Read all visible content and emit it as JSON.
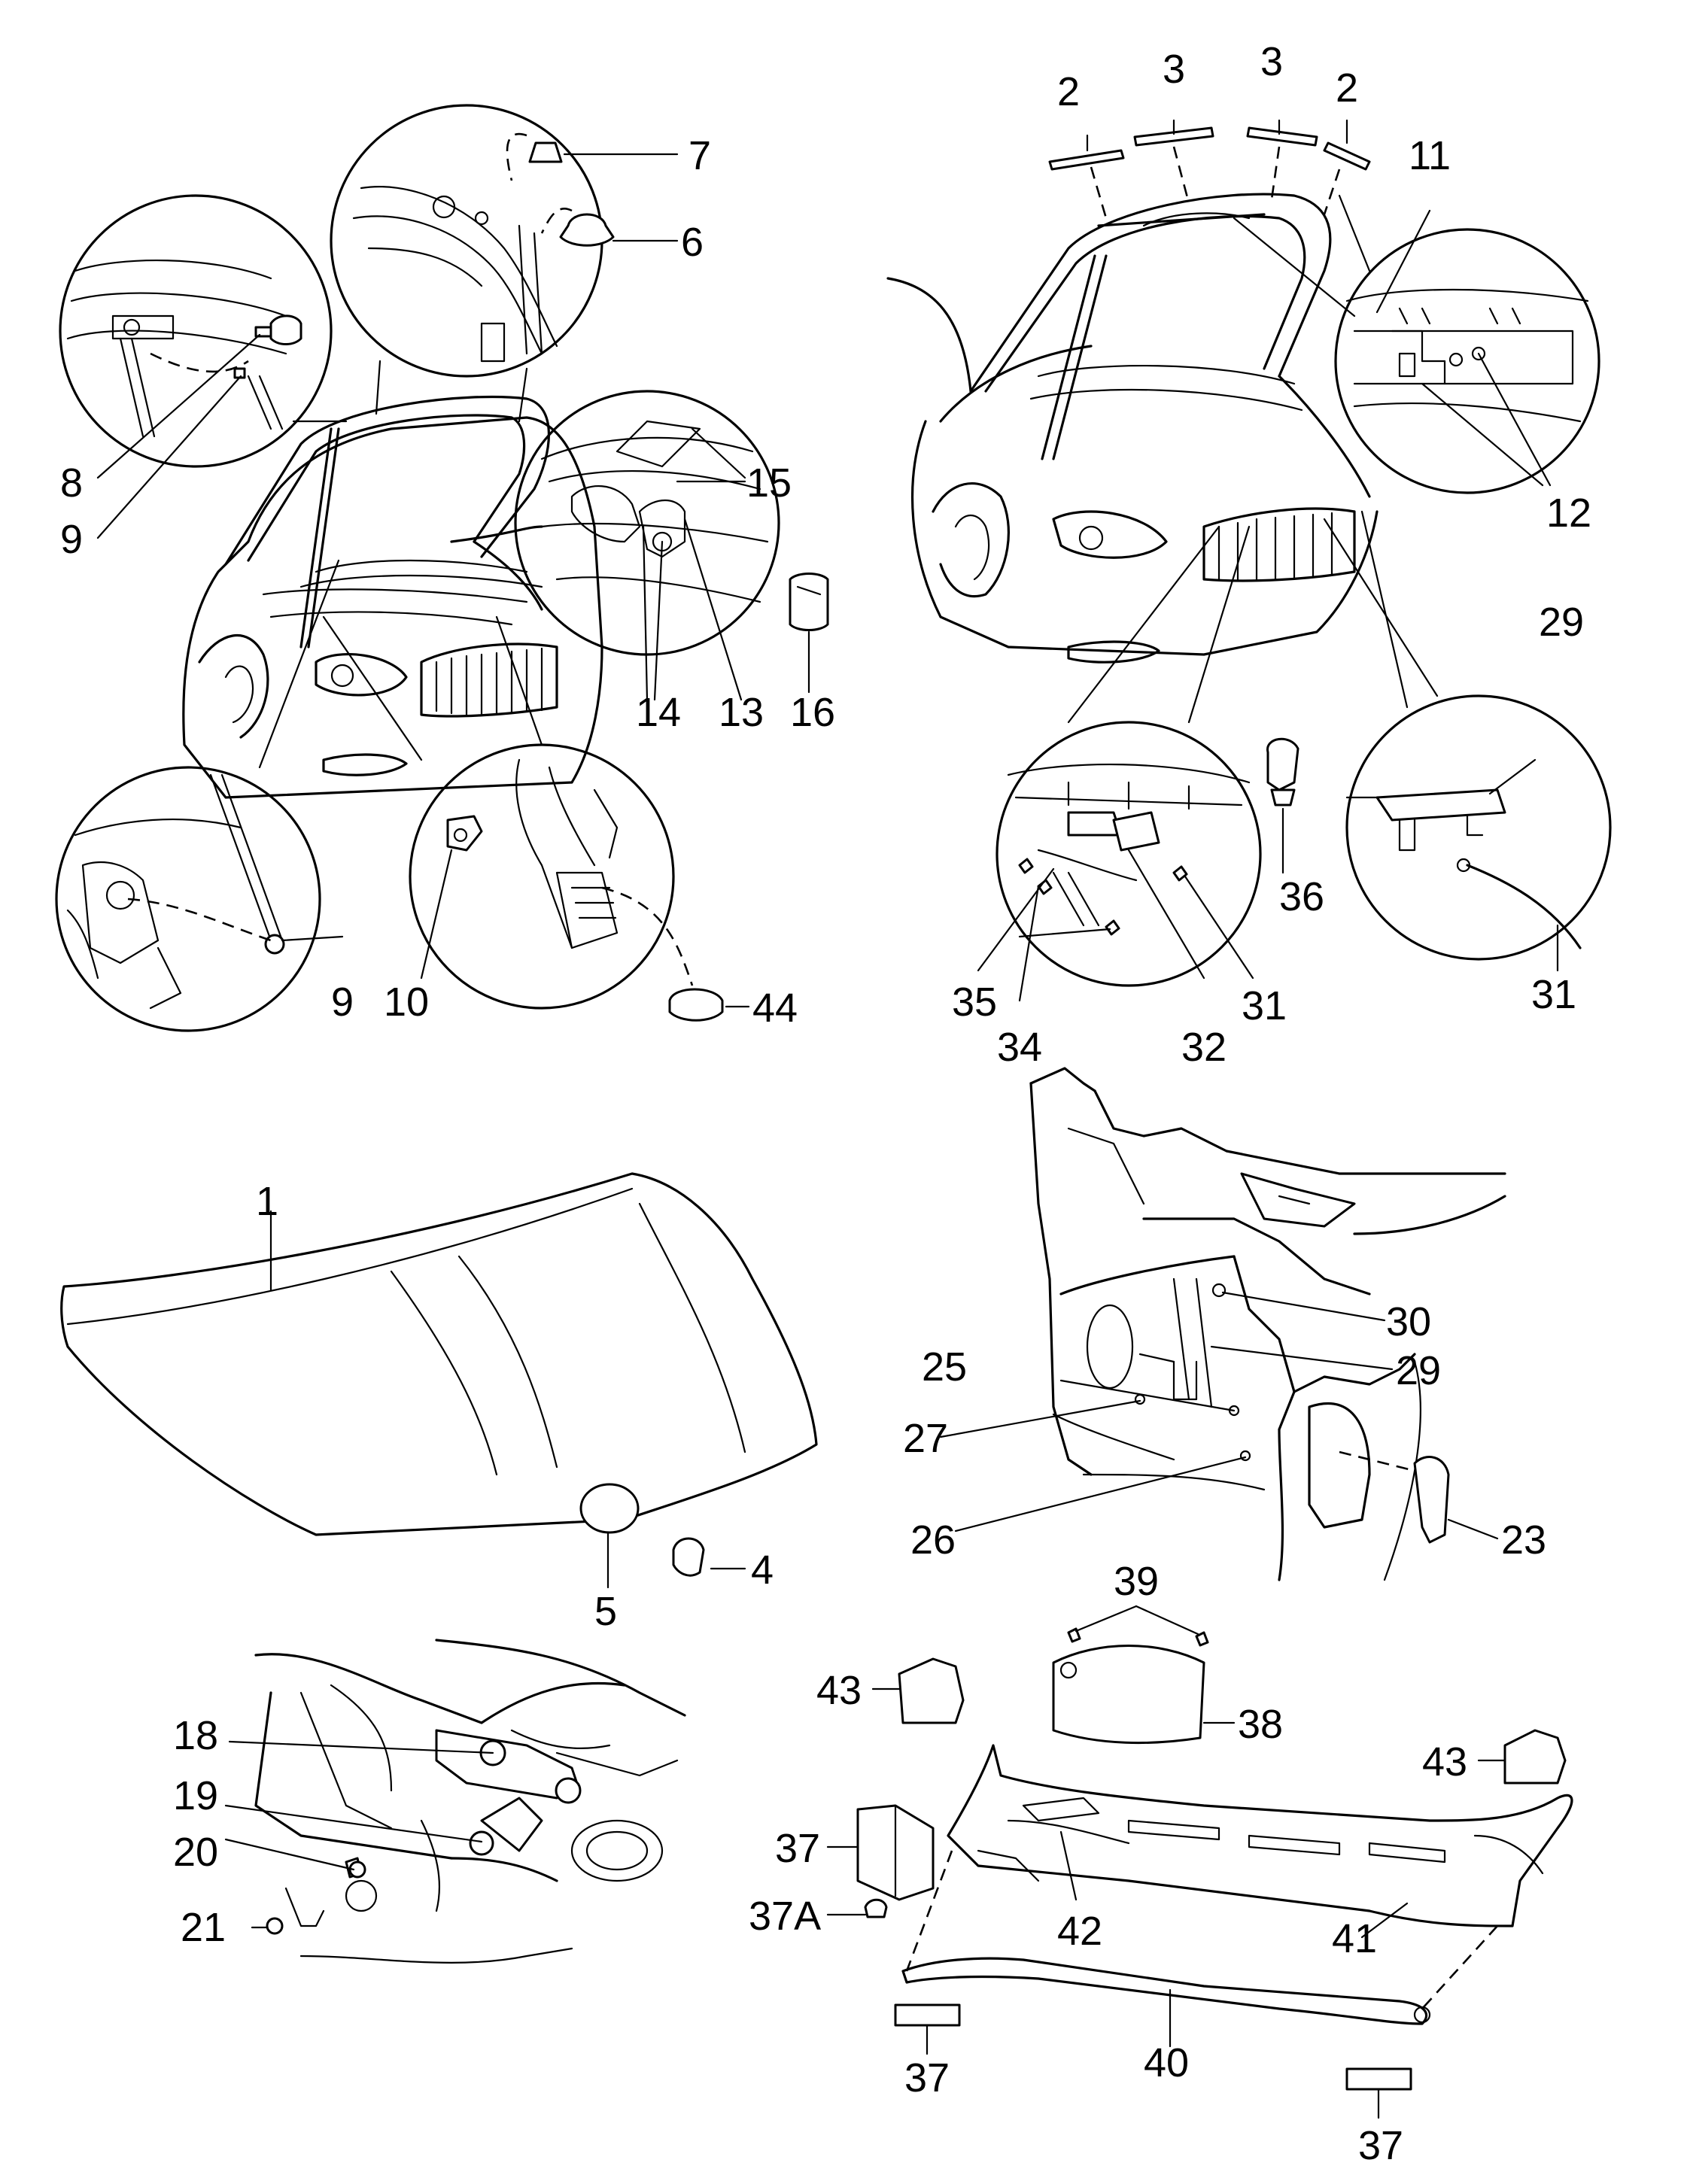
{
  "callouts": {
    "c1": "1",
    "c2a": "2",
    "c2b": "2",
    "c3a": "3",
    "c3b": "3",
    "c4": "4",
    "c5": "5",
    "c6": "6",
    "c7": "7",
    "c8": "8",
    "c9a": "9",
    "c9b": "9",
    "c10": "10",
    "c11": "11",
    "c12": "12",
    "c13": "13",
    "c14": "14",
    "c15": "15",
    "c16": "16",
    "c18": "18",
    "c19": "19",
    "c20": "20",
    "c21": "21",
    "c23": "23",
    "c25": "25",
    "c26": "26",
    "c27": "27",
    "c29a": "29",
    "c29b": "29",
    "c30": "30",
    "c31a": "31",
    "c31b": "31",
    "c32": "32",
    "c34": "34",
    "c35": "35",
    "c36": "36",
    "c37a": "37",
    "c37b": "37",
    "c37c": "37",
    "c37A": "37A",
    "c38": "38",
    "c39": "39",
    "c40": "40",
    "c41": "41",
    "c42": "42",
    "c43a": "43",
    "c43b": "43",
    "c44": "44"
  }
}
